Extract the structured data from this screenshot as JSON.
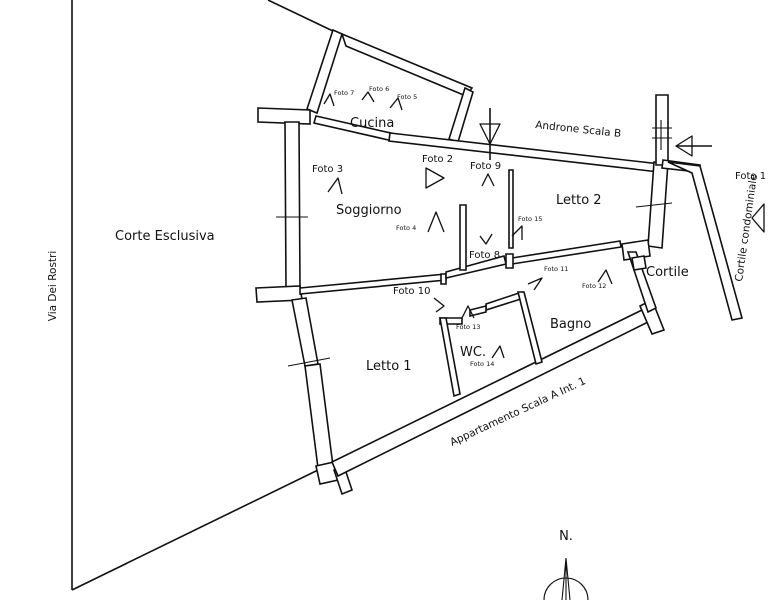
{
  "streets": {
    "via": "Via Dei Rostri",
    "androne": "Androne Scala B",
    "cortile_condominiale": "Cortile condominiale",
    "appartamento": "Appartamento Scala A Int. 1"
  },
  "rooms": {
    "corte": "Corte Esclusiva",
    "cucina": "Cucina",
    "soggiorno": "Soggiorno",
    "letto1": "Letto 1",
    "letto2": "Letto 2",
    "wc": "WC.",
    "bagno": "Bagno",
    "cortile": "Cortile"
  },
  "photos": {
    "f1": "Foto 1",
    "f2": "Foto 2",
    "f3": "Foto 3",
    "f4": "Foto 4",
    "f5": "Foto 5",
    "f6": "Foto 6",
    "f7": "Foto 7",
    "f8": "Foto 8",
    "f9": "Foto 9",
    "f10": "Foto 10",
    "f11": "Foto 11",
    "f12": "Foto 12",
    "f13": "Foto 13",
    "f14": "Foto 14",
    "f15": "Foto 15"
  },
  "compass": {
    "north": "N."
  }
}
